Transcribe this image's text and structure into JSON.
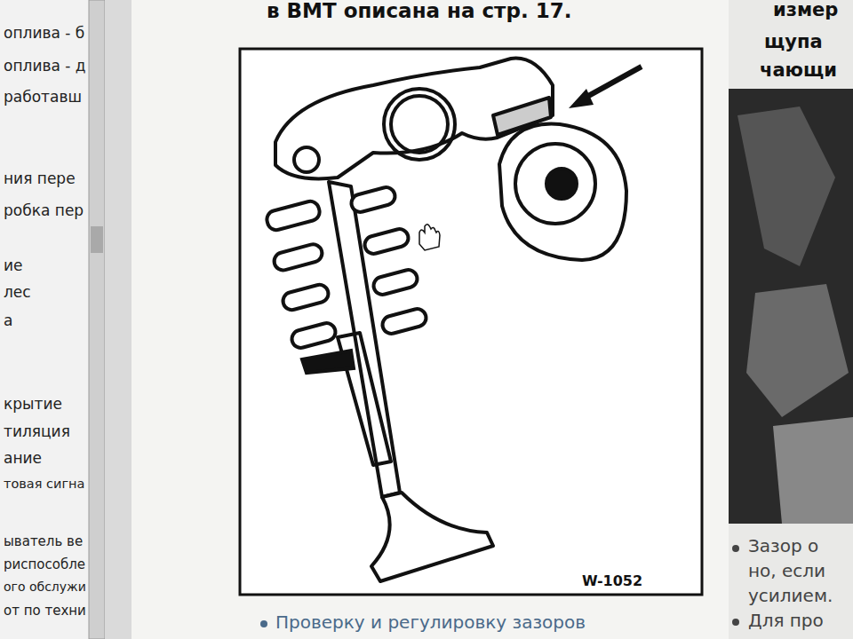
{
  "diagram": {
    "labels": [
      "в ВМТ описана на стр. 17.",
      "оплива - б",
      "оплива - д",
      "работавш",
      "ния пере",
      "робка пер",
      "ие",
      "лес",
      "а",
      "крытие",
      "тиляция",
      "ание",
      "товая сигна",
      "ыватель ве",
      "риспособле",
      "ого обслужи",
      "от по техни",
      "измер",
      "щупа",
      "чающи",
      "W-1052",
      "Проверку и регулировку зазоров",
      "Зазор о",
      "но, если",
      "усилием.",
      "Для про"
    ]
  }
}
